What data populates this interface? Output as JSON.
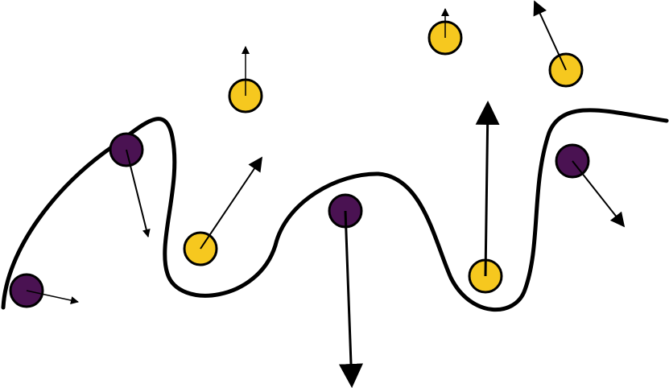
{
  "diagram": {
    "boundary": "curved-boundary",
    "classes": [
      {
        "name": "purple-class",
        "fill": "#4a1252",
        "stroke": "#000000"
      },
      {
        "name": "yellow-class",
        "fill": "#f6c81f",
        "stroke": "#000000"
      }
    ],
    "arrow_color": "#000000",
    "background": "#ffffff"
  }
}
